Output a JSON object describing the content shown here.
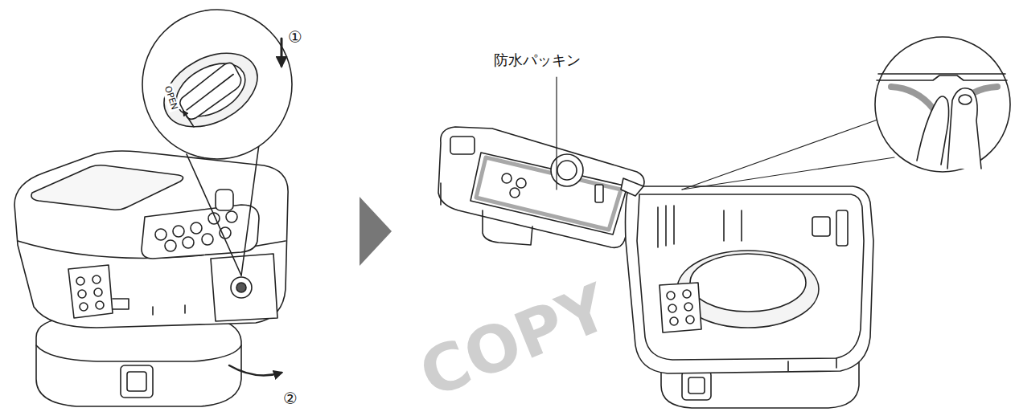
{
  "diagram": {
    "labels": [
      "①",
      "OPEN",
      "②",
      "防水パッキン",
      "COPY"
    ]
  }
}
